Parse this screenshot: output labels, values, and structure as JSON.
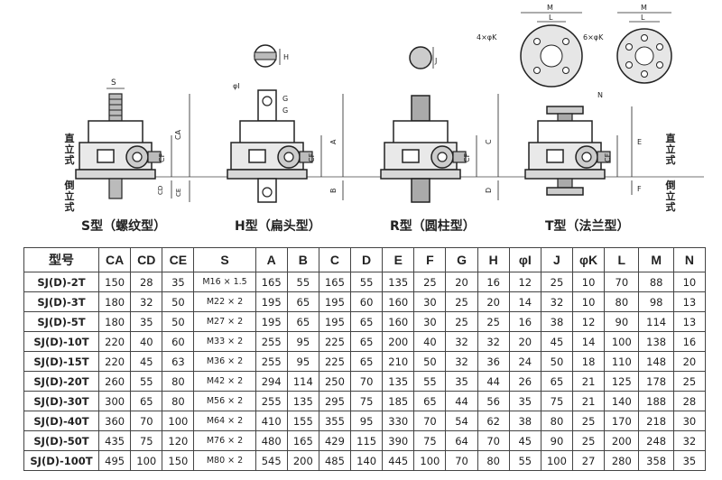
{
  "drawings": {
    "s_type": {
      "caption": "S型（螺纹型）",
      "dims": [
        "S",
        "CA",
        "CF",
        "CD",
        "CE"
      ]
    },
    "h_type": {
      "caption": "H型（扁头型）",
      "dims": [
        "H",
        "φI",
        "G",
        "G",
        "A",
        "CF",
        "B"
      ]
    },
    "r_type": {
      "caption": "R型（圆柱型）",
      "dims": [
        "J",
        "C",
        "CF",
        "D"
      ]
    },
    "t_type": {
      "caption": "T型（法兰型）",
      "dims": [
        "M",
        "L",
        "4×φK",
        "M",
        "L",
        "6×φK",
        "N",
        "E",
        "CF",
        "F"
      ]
    },
    "side_labels": {
      "upright": "直立式",
      "inverted": "倒立式"
    }
  },
  "table": {
    "headers": [
      "型号",
      "CA",
      "CD",
      "CE",
      "S",
      "A",
      "B",
      "C",
      "D",
      "E",
      "F",
      "G",
      "H",
      "φI",
      "J",
      "φK",
      "L",
      "M",
      "N"
    ],
    "rows": [
      [
        "SJ(D)-2T",
        "150",
        "28",
        "35",
        "M16 × 1.5",
        "165",
        "55",
        "165",
        "55",
        "135",
        "25",
        "20",
        "16",
        "12",
        "25",
        "10",
        "70",
        "88",
        "10"
      ],
      [
        "SJ(D)-3T",
        "180",
        "32",
        "50",
        "M22 × 2",
        "195",
        "65",
        "195",
        "60",
        "160",
        "30",
        "25",
        "20",
        "14",
        "32",
        "10",
        "80",
        "98",
        "13"
      ],
      [
        "SJ(D)-5T",
        "180",
        "35",
        "50",
        "M27 × 2",
        "195",
        "65",
        "195",
        "65",
        "160",
        "30",
        "25",
        "25",
        "16",
        "38",
        "12",
        "90",
        "114",
        "13"
      ],
      [
        "SJ(D)-10T",
        "220",
        "40",
        "60",
        "M33 × 2",
        "255",
        "95",
        "225",
        "65",
        "200",
        "40",
        "32",
        "32",
        "20",
        "45",
        "14",
        "100",
        "138",
        "16"
      ],
      [
        "SJ(D)-15T",
        "220",
        "45",
        "63",
        "M36 × 2",
        "255",
        "95",
        "225",
        "65",
        "210",
        "50",
        "32",
        "36",
        "24",
        "50",
        "18",
        "110",
        "148",
        "20"
      ],
      [
        "SJ(D)-20T",
        "260",
        "55",
        "80",
        "M42 × 2",
        "294",
        "114",
        "250",
        "70",
        "135",
        "55",
        "35",
        "44",
        "26",
        "65",
        "21",
        "125",
        "178",
        "25"
      ],
      [
        "SJ(D)-30T",
        "300",
        "65",
        "80",
        "M56 × 2",
        "255",
        "135",
        "295",
        "75",
        "185",
        "65",
        "44",
        "56",
        "35",
        "75",
        "21",
        "140",
        "188",
        "28"
      ],
      [
        "SJ(D)-40T",
        "360",
        "70",
        "100",
        "M64 × 2",
        "410",
        "155",
        "355",
        "95",
        "330",
        "70",
        "54",
        "62",
        "38",
        "80",
        "25",
        "170",
        "218",
        "30"
      ],
      [
        "SJ(D)-50T",
        "435",
        "75",
        "120",
        "M76 × 2",
        "480",
        "165",
        "429",
        "115",
        "390",
        "75",
        "64",
        "70",
        "45",
        "90",
        "25",
        "200",
        "248",
        "32"
      ],
      [
        "SJ(D)-100T",
        "495",
        "100",
        "150",
        "M80 × 2",
        "545",
        "200",
        "485",
        "140",
        "445",
        "100",
        "70",
        "80",
        "55",
        "100",
        "27",
        "280",
        "358",
        "35"
      ]
    ]
  }
}
